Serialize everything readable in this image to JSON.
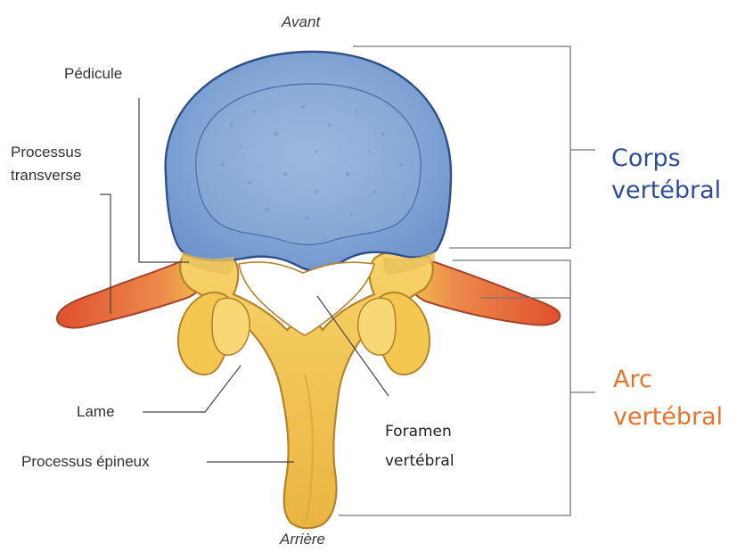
{
  "labels": {
    "anterior": "Avant",
    "posterior": "Arrière",
    "pedicle": "Pédicule",
    "transverse_process_line1": "Processus",
    "transverse_process_line2": "transverse",
    "lamina": "Lame",
    "spinous_process": "Processus épineux",
    "foramen_line1": "Foramen",
    "foramen_line2": "vertébral",
    "body_group_line1": "Corps",
    "body_group_line2": "vertébral",
    "arch_group_line1": "Arc",
    "arch_group_line2": "vertébral"
  },
  "colors": {
    "body_blue": "#8fb0d9",
    "body_outline": "#2f4f8a",
    "bone_yellow": "#f2c24e",
    "bone_outline": "#b5842a",
    "transverse_orange": "#e8603a",
    "body_text_blue": "#2e4d9b",
    "arch_text_orange": "#e8742c"
  }
}
